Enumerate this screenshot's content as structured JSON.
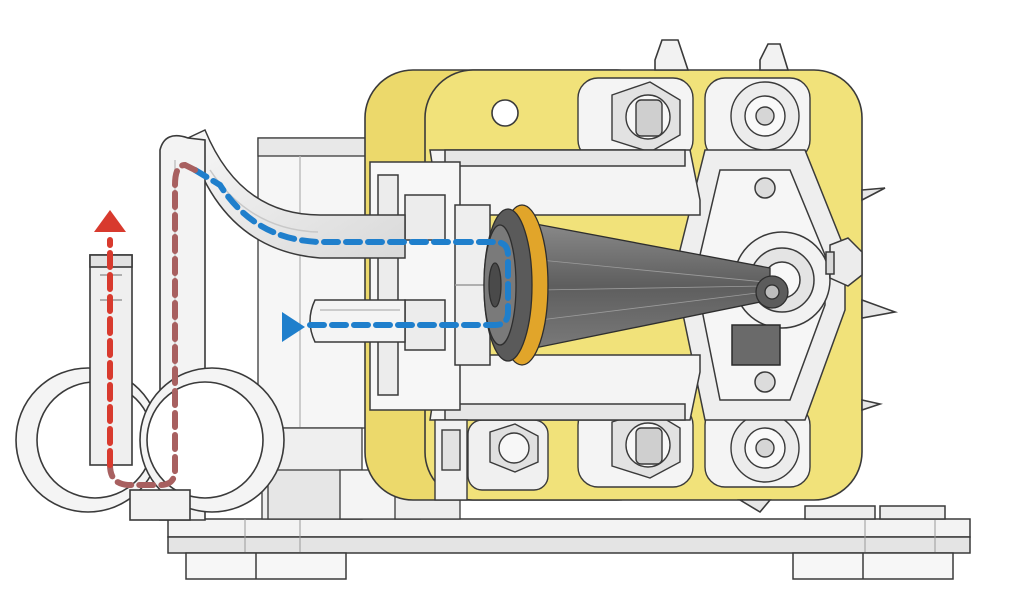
{
  "diagram": {
    "kind": "cutaway",
    "subject": "diaphragm pump",
    "colors": {
      "outline": "#3a3a3a",
      "metal_light": "#f2f2f2",
      "metal_mid": "#dcdcdc",
      "motor_housing": "#f1e27a",
      "diaphragm_ring": "#e1a52a",
      "cone": "#6f6f6f",
      "cone_dark": "#4d4d4d",
      "inflow_arrow": "#1f7fcc",
      "outflow_arrow": "#d83a2e",
      "transition": "#a86060",
      "base_plate": "#ececec"
    },
    "flows": [
      {
        "name": "inflow",
        "color": "#1f7fcc",
        "style": "dashed",
        "arrowhead": "triangle"
      },
      {
        "name": "outflow",
        "color": "#d83a2e",
        "style": "dashed",
        "arrowhead": "arrow"
      }
    ],
    "icons": [
      "hex-nut-icon",
      "bolt-icon",
      "arrow-up-icon",
      "arrow-right-icon"
    ]
  }
}
